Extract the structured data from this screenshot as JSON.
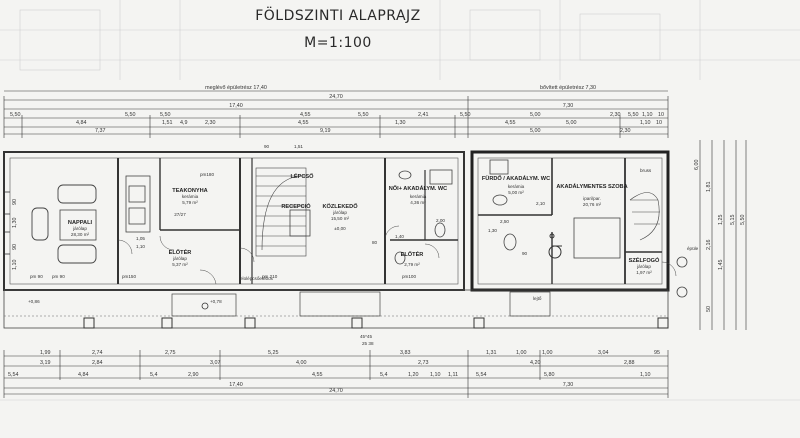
{
  "title": {
    "line1": "FÖLDSZINTI ALAPRAJZ",
    "line2": "M=1:100"
  },
  "sections": {
    "existing": "meglévő épületrész 17,40",
    "expanded": "bővített épületrész 7,30"
  },
  "top_dims": {
    "total": "24,70",
    "r2": [
      "17,40",
      "7,30"
    ],
    "r3": [
      "5,50",
      "5,50",
      "5,50",
      "4,55",
      "5,50",
      "2,41",
      "5,50",
      "5,00",
      "2,30",
      "5,50",
      "1,10",
      "10"
    ],
    "r4": [
      "4,84",
      "1,51",
      "4,9",
      "2,30",
      "4,55",
      "1,30",
      "4,55",
      "5,00",
      "1,10",
      "10"
    ],
    "r5": [
      "7,37",
      "9,19",
      "5,00",
      "2,30"
    ]
  },
  "rooms": {
    "nappali": {
      "name": "NAPPALI",
      "sub": "járólap",
      "area": "28,30 m²"
    },
    "teakonyha": {
      "name": "TEAKONYHA",
      "sub": "kerámia",
      "area": "5,79 m²",
      "extra": "27/27"
    },
    "eloter1": {
      "name": "ELŐTÉR",
      "sub": "járólap",
      "area": "5,37 m²"
    },
    "lepcso": {
      "name": "LÉPCSŐ"
    },
    "recepcio": {
      "name": "RECEPCIÓ"
    },
    "kozlekedo": {
      "name": "KÖZLEKEDŐ",
      "sub": "járólap",
      "area": "15,50 m²",
      "level": "±0,00"
    },
    "noi_wc": {
      "name": "NŐI+ AKADÁLYM. WC",
      "sub": "kerámia",
      "area": "4,36 m²"
    },
    "eloter2": {
      "name": "ELŐTÉR",
      "area": "2,79 m²"
    },
    "furdo": {
      "name": "FÜRDŐ / AKADÁLYM. WC",
      "sub": "kerámia",
      "area": "5,00 m²"
    },
    "akad_szoba": {
      "name": "AKADÁLYMENTES SZOBA",
      "sub": "ipari/par.",
      "area": "20,76 m²"
    },
    "szelfogo": {
      "name": "SZÉLFOGÓ",
      "sub": "járólap",
      "area": "1,97 m²"
    }
  },
  "labels": {
    "elotorplybox": "elolépcsőelébox",
    "level1": "+0,86",
    "level2": "+0,78",
    "angle": "45*45",
    "angle2": "25 38",
    "bruss": "bruss",
    "epit": "épüle",
    "lejt": "lejtő",
    "dim_90": "90",
    "dim_151": "1,51",
    "dim_105": "1,05",
    "dim_110": "1,10",
    "dim_250": "2,50",
    "dim_210": "2,10",
    "dim_130": "1,30",
    "dim_140": "1,40",
    "dim_80": "80",
    "dim_200": "2,00",
    "dim_90b": "90",
    "pm180": "pm180",
    "pm90": "pm 90",
    "pm210": "pm 210",
    "pm150": "pm150",
    "pm190": "pm 90",
    "pm100": "pm100"
  },
  "bottom_dims": {
    "r1": [
      "1,99",
      "2,74",
      "2,75",
      "5,25",
      "3,83",
      "1,31",
      "1,00",
      "1,00",
      "3,04",
      "95"
    ],
    "r2": [
      "3,19",
      "2,84",
      "3,07",
      "4,00",
      "2,73",
      "4,20",
      "2,88"
    ],
    "r3": [
      "5,54",
      "4,84",
      "5,4",
      "2,90",
      "4,55",
      "5,4",
      "1,20",
      "1,10",
      "1,11",
      "5,54",
      "5,80",
      "1,10"
    ],
    "r4": [
      "17,40",
      "7,30"
    ],
    "total": "24,70"
  },
  "right_dims": [
    "6,00",
    "1,81",
    "2,16",
    "1,25",
    "5,15",
    "5,50",
    "1,45",
    "50"
  ],
  "left_dims": [
    "90",
    "1,30",
    "90",
    "1,10"
  ]
}
